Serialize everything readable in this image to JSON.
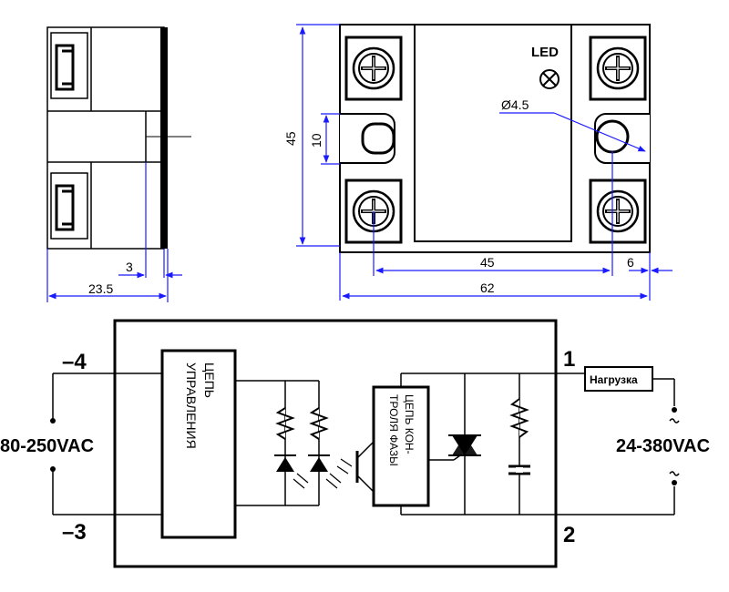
{
  "top_view": {
    "led_label": "LED",
    "hole_label": "Ø4.5",
    "dim_height": "45",
    "dim_slot": "10",
    "dim_hole_spacing": "45",
    "dim_edge": "6",
    "dim_width": "62"
  },
  "side_view": {
    "dim_depth": "23.5",
    "dim_thickness": "3"
  },
  "schematic": {
    "pin_4": "–4",
    "pin_3": "–3",
    "pin_1": "1",
    "pin_2": "2",
    "input_voltage": "80-250VAC",
    "output_voltage": "24-380VAC",
    "control_circuit_line1": "ЦЕПЬ",
    "control_circuit_line2": "УПРАВЛЕНИЯ",
    "phase_control_line1": "ЦЕПЬ КОН-",
    "phase_control_line2": "ТРОЛЯ ФАЗЫ",
    "load_label": "Нагрузка"
  }
}
